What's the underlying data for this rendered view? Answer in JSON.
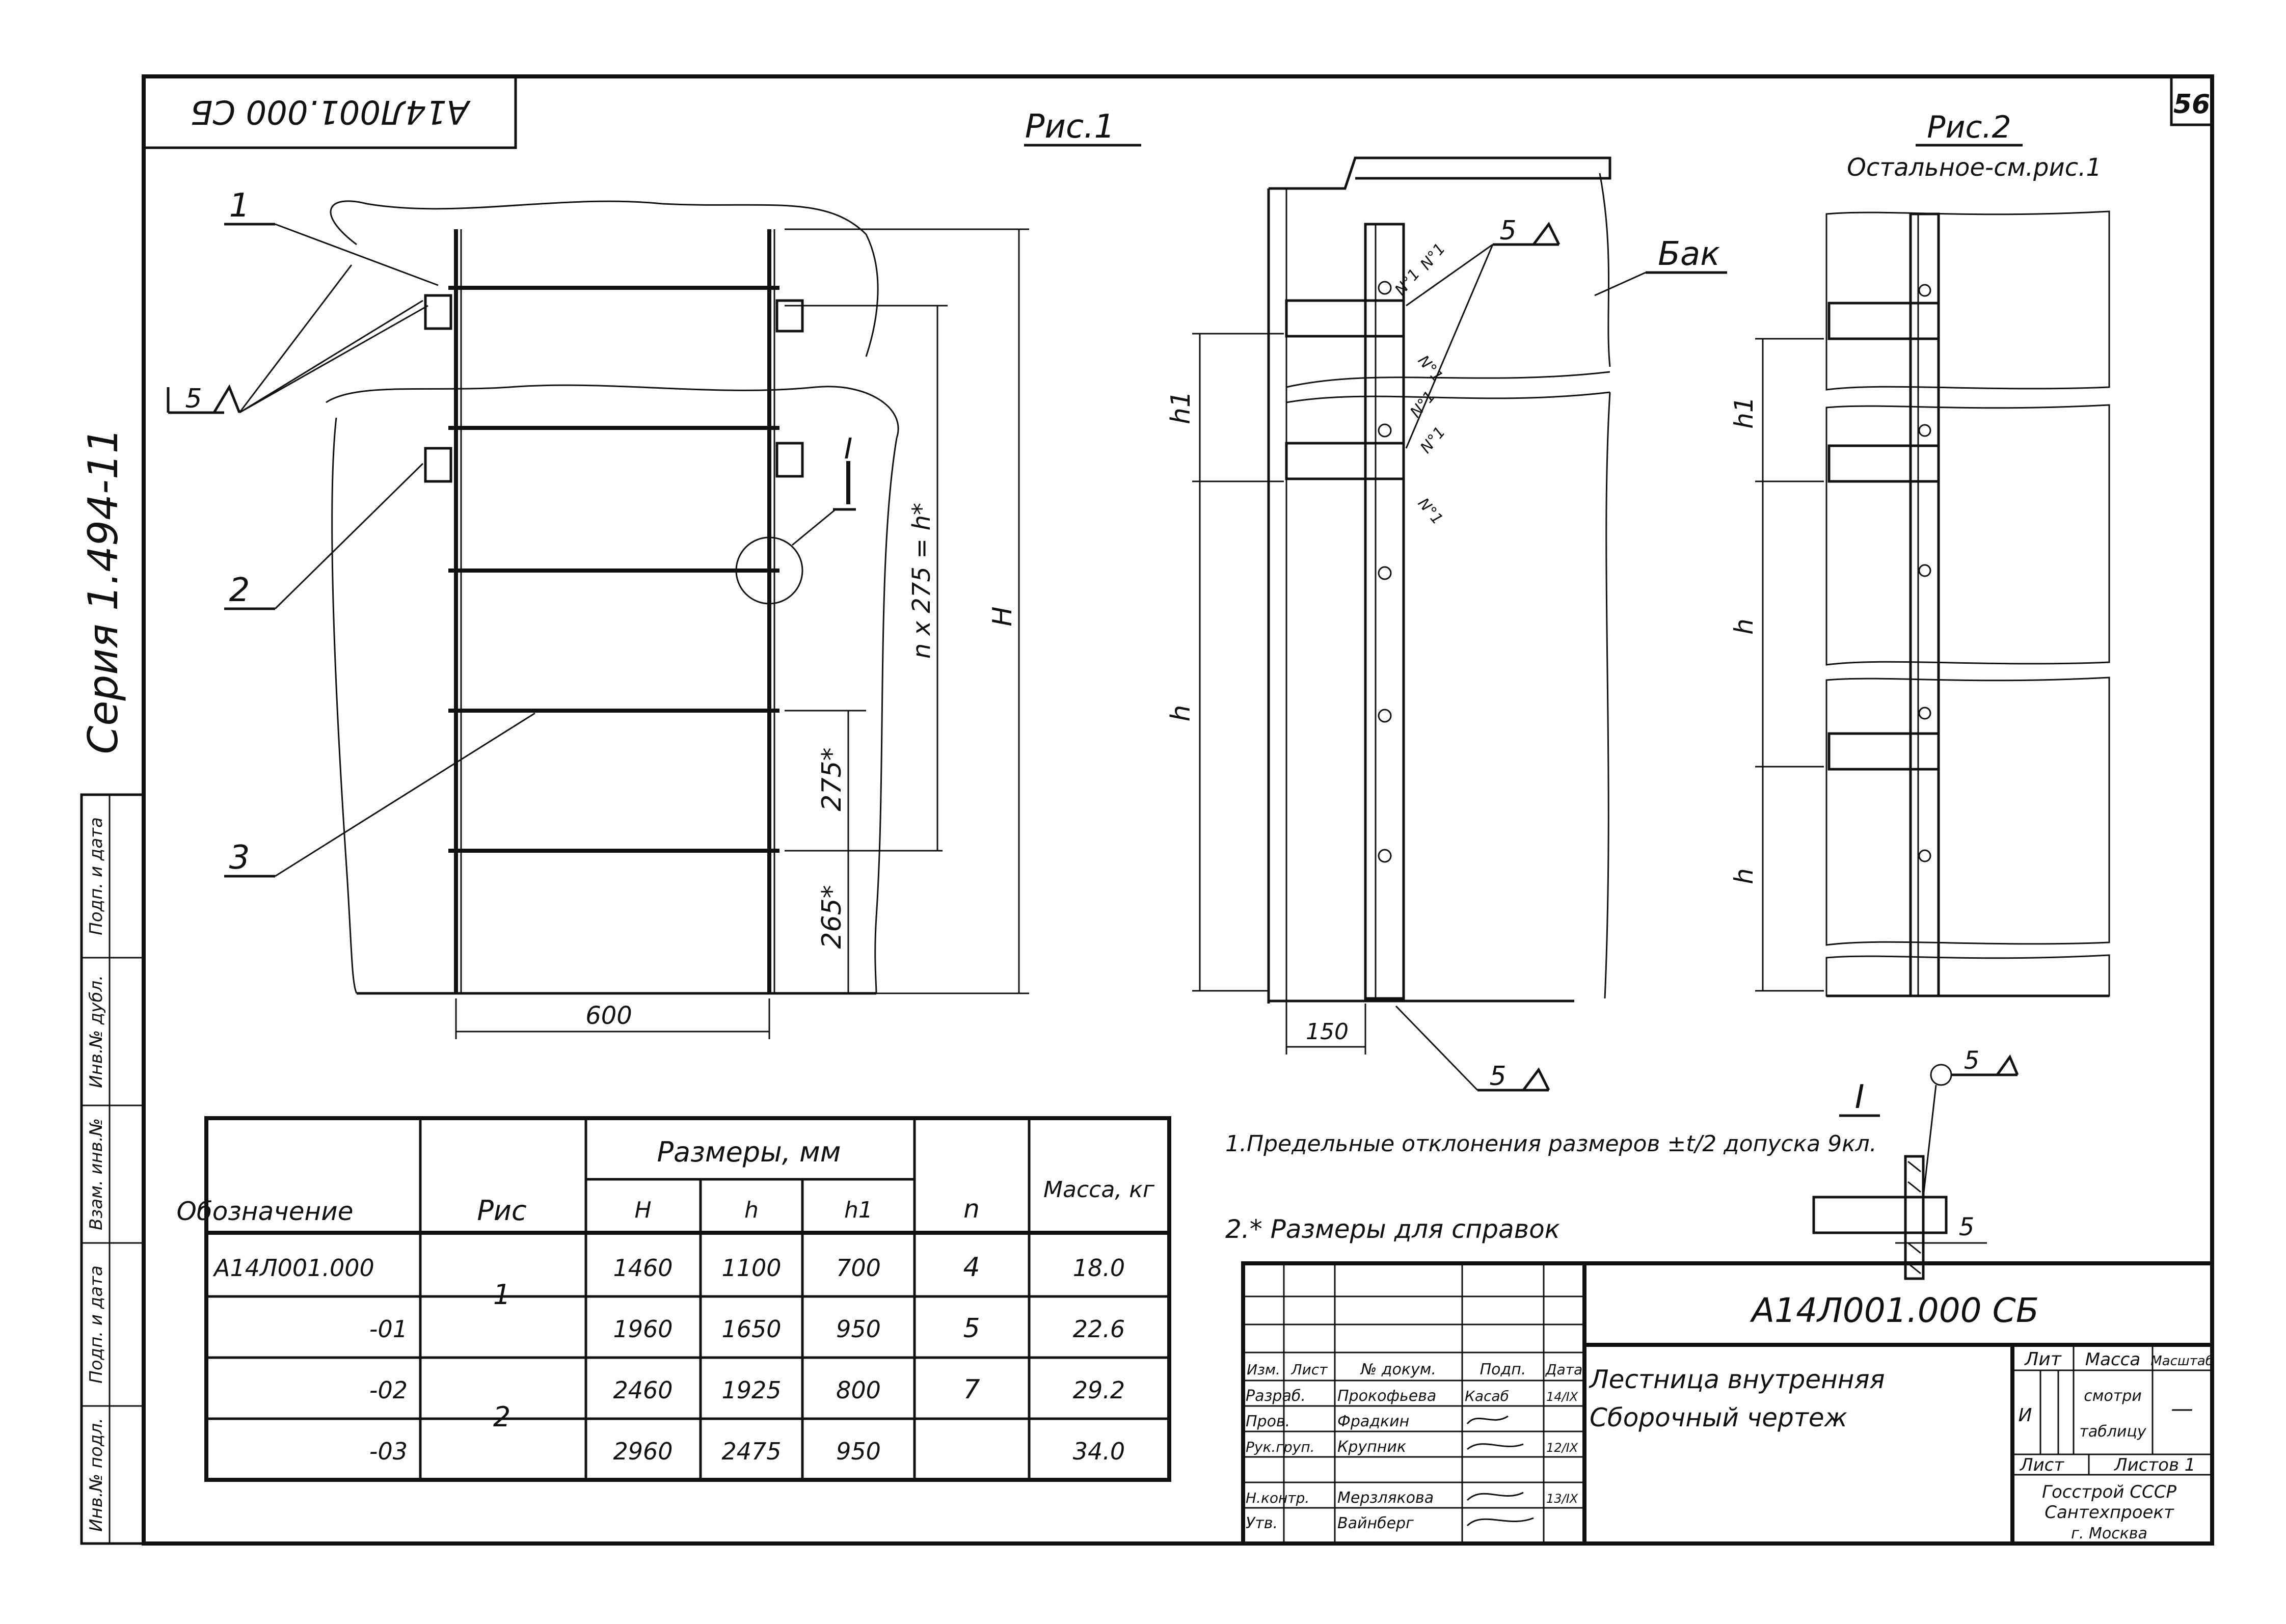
{
  "sheet_number": "56",
  "rotated_code": "А14Л001.000 СБ",
  "series_label": "Серия 1.494-11",
  "side_stamp": [
    "Инв.№ подл.",
    "Подп. и дата",
    "Взам. инв.№",
    "Инв.№ дубл.",
    "Подп. и дата"
  ],
  "fig1": {
    "title": "Рис.1",
    "callouts": [
      "1",
      "2",
      "3"
    ],
    "weld_symbol": "5",
    "detail_ref": "I",
    "dim_width": "600",
    "dim_step": "275*",
    "dim_bottom": "265*",
    "dim_total": "n x 275 = h*",
    "dim_H": "H"
  },
  "mid_figure": {
    "tank_label": "Бак",
    "weld_top": "5",
    "weld_bottom": "5",
    "dim_h1": "h1",
    "dim_h": "h",
    "dim_offset": "150",
    "weld_marks": [
      "N°1",
      "N°1",
      "N°1",
      "N°1",
      "N°1",
      "N°1"
    ]
  },
  "fig2": {
    "title": "Рис.2",
    "subtitle": "Остальное-см.рис.1",
    "dim_h1": "h1",
    "dim_h_a": "h",
    "dim_h_b": "h"
  },
  "detail1": {
    "label": "I",
    "weld": "5",
    "dim": "5"
  },
  "notes": [
    "1.Предельные отклонения размеров ±t/2 допуска 9кл.",
    "2.* Размеры для справок"
  ],
  "table": {
    "headers": {
      "designation": "Обозначение",
      "figure": "Рис",
      "sizes": "Размеры, мм",
      "H": "H",
      "h": "h",
      "h1": "h1",
      "n": "n",
      "mass": "Масса, кг"
    },
    "rows": [
      {
        "designation": "А14Л001.000",
        "H": "1460",
        "h": "1100",
        "h1": "700",
        "n": "4",
        "mass": "18.0"
      },
      {
        "designation": "-01",
        "H": "1960",
        "h": "1650",
        "h1": "950",
        "n": "5",
        "mass": "22.6"
      },
      {
        "designation": "-02",
        "H": "2460",
        "h": "1925",
        "h1": "800",
        "n": "7",
        "mass": "29.2"
      },
      {
        "designation": "-03",
        "H": "2960",
        "h": "2475",
        "h1": "950",
        "n": "",
        "mass": "34.0"
      }
    ],
    "figure_groups": [
      "1",
      "2"
    ]
  },
  "title_block": {
    "code": "А14Л001.000 СБ",
    "name_line1": "Лестница внутренняя",
    "name_line2": "Сборочный чертеж",
    "col_headers": [
      "Изм.",
      "Лист",
      "№ докум.",
      "Подп.",
      "Дата"
    ],
    "roles": [
      {
        "role": "Разраб.",
        "person": "Прокофьева",
        "sign": "Касаб",
        "date": "14/IX"
      },
      {
        "role": "Пров.",
        "person": "Фрадкин",
        "sign": "",
        "date": ""
      },
      {
        "role": "Рук.груп.",
        "person": "Крупник",
        "sign": "",
        "date": "12/IX"
      },
      {
        "role": "Н.контр.",
        "person": "Мерзлякова",
        "sign": "",
        "date": "13/IX"
      },
      {
        "role": "Утв.",
        "person": "Вайнберг",
        "sign": "",
        "date": ""
      }
    ],
    "lit_label": "Лит",
    "mass_label": "Масса",
    "scale_label": "Масштаб",
    "lit_value": "И",
    "mass_value_1": "смотри",
    "mass_value_2": "таблицу",
    "scale_value": "—",
    "sheet_label": "Лист",
    "sheets_label": "Листов 1",
    "org_1": "Госстрой СССР",
    "org_2": "Сантехпроект",
    "org_3": "г. Москва"
  }
}
